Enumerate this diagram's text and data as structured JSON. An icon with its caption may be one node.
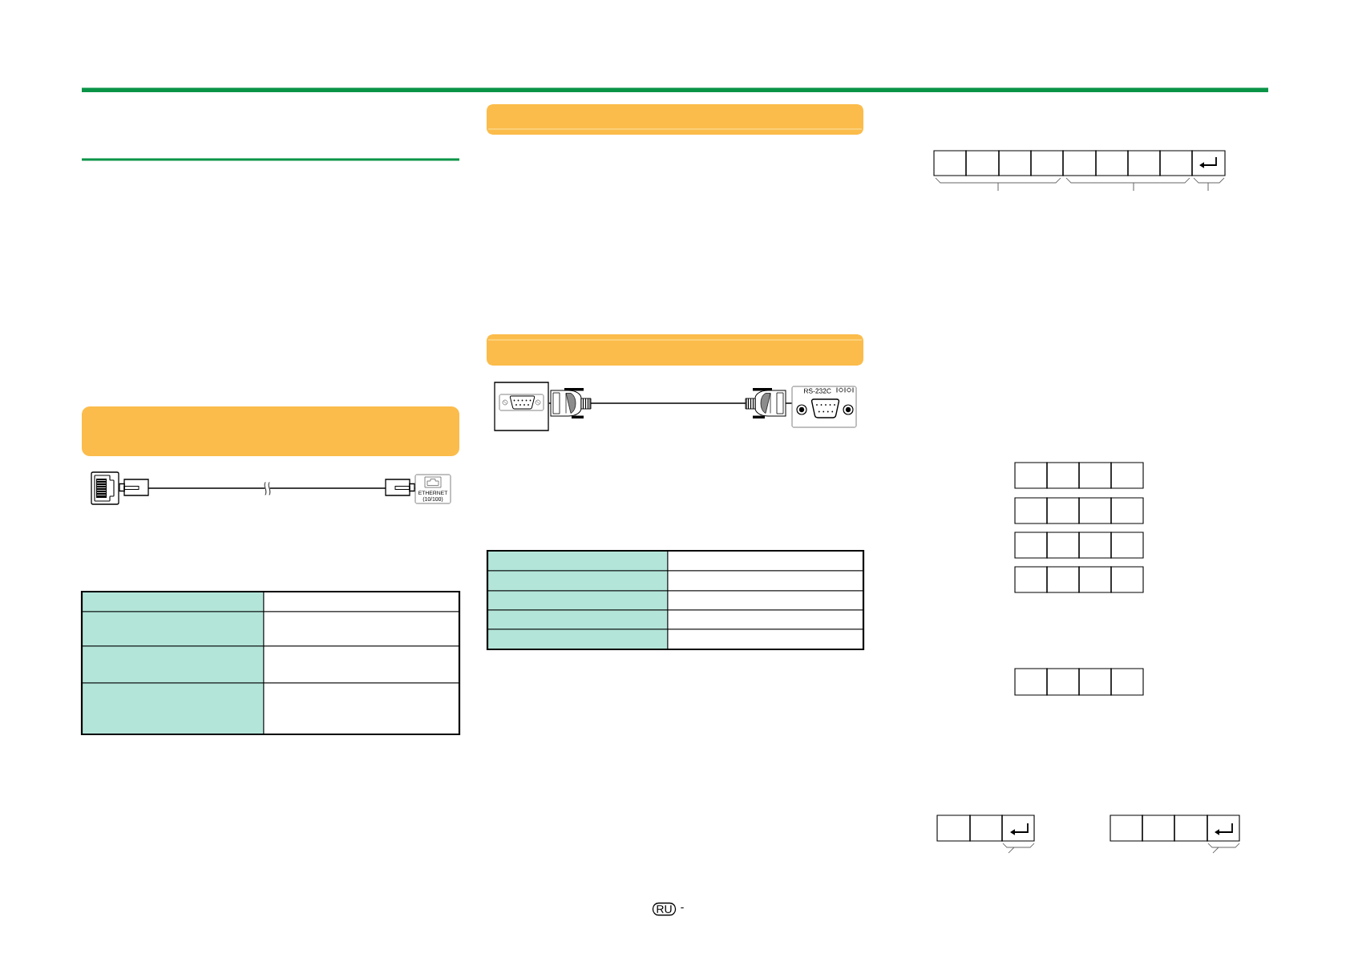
{
  "diagram": {
    "nodes": [
      {
        "text": [],
        "shape": "picture"
      },
      {
        "text": [
          "ETHERNET (10/100)"
        ]
      },
      {
        "text": [],
        "shape": "picture"
      },
      {
        "text": [
          "RS-232C"
        ]
      }
    ],
    "edges": [
      {
        "from": 0,
        "to": 1,
        "arrow": "other"
      },
      {
        "from": 2,
        "to": 3,
        "arrow": "other"
      }
    ],
    "labels": [
      "RU",
      "-"
    ]
  }
}
